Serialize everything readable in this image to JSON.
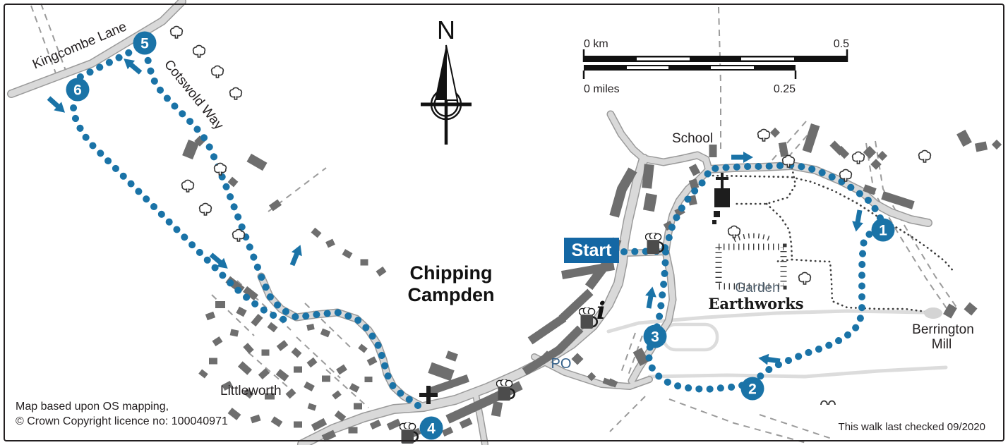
{
  "map": {
    "labels": {
      "kingcombe_lane": "Kingcombe Lane",
      "cotswold_way": "Cotswold Way",
      "town_line1": "Chipping",
      "town_line2": "Campden",
      "school": "School",
      "po": "PO",
      "garden": "Garden",
      "earthworks": "Earthworks",
      "berrington_line1": "Berrington",
      "berrington_line2": "Mill",
      "littleworth": "Littleworth"
    },
    "start_label": "Start",
    "waypoints": [
      "1",
      "2",
      "3",
      "4",
      "5",
      "6"
    ],
    "compass_north": "N",
    "scale_bar": {
      "km_zero": "0 km",
      "km_max": "0.5",
      "miles_zero": "0 miles",
      "miles_max": "0.25"
    },
    "credits": {
      "line1": "Map based upon OS mapping,",
      "line2": "© Crown Copyright licence no: 100040971"
    },
    "checked_note": "This walk last checked 09/2020",
    "info_symbol": "i",
    "colors": {
      "route": "#1a73a7",
      "start_box": "#1467a4",
      "road_fill": "#d9d9d9",
      "road_casing": "#9a9a9a",
      "pale_path": "#dcdcdc",
      "building": "#6e6e6e",
      "label": "#231f20",
      "po_label": "#35618a",
      "garden_label": "#4d5d6b"
    }
  }
}
